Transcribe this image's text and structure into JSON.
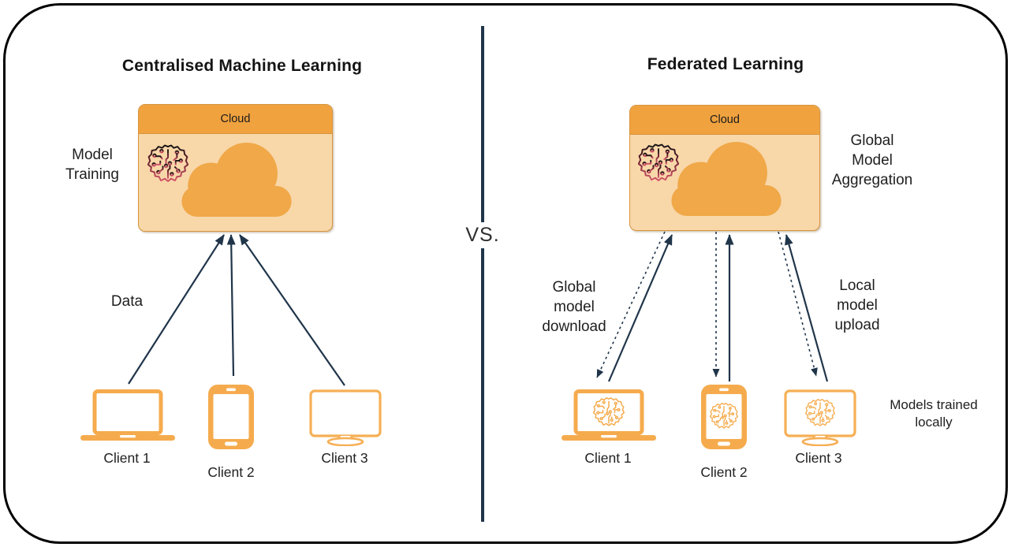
{
  "diagram": {
    "left_panel": {
      "title": "Centralised Machine Learning",
      "cloud_box_label": "Cloud",
      "model_training_label": "Model Training",
      "data_arrow_label": "Data",
      "clients": [
        {
          "label": "Client 1",
          "device": "laptop"
        },
        {
          "label": "Client 2",
          "device": "smartphone"
        },
        {
          "label": "Client 3",
          "device": "monitor"
        }
      ]
    },
    "divider": {
      "vs_label": "VS."
    },
    "right_panel": {
      "title": "Federated Learning",
      "cloud_box_label": "Cloud",
      "aggregation_label": "Global Model Aggregation",
      "download_arrow_label": "Global model download",
      "upload_arrow_label": "Local model upload",
      "models_trained_label": "Models trained locally",
      "clients": [
        {
          "label": "Client 1",
          "device": "laptop"
        },
        {
          "label": "Client 2",
          "device": "smartphone"
        },
        {
          "label": "Client 3",
          "device": "monitor"
        }
      ]
    },
    "icons": {
      "cloud_header_icon": "brain-circuit-icon",
      "cloud_fill_icon": "cloud-icon",
      "client_screen_icon": "brain-circuit-icon"
    },
    "colors": {
      "box_header_orange": "#F0A23F",
      "box_body_orange": "#F8D7A9",
      "cloud_fill_orange": "#F0A848",
      "device_orange": "#F5AB4D",
      "arrow_navy": "#20354A",
      "brain_gradient_top": "#141414",
      "brain_gradient_bottom": "#D4566A",
      "frame_black": "#000000"
    }
  }
}
